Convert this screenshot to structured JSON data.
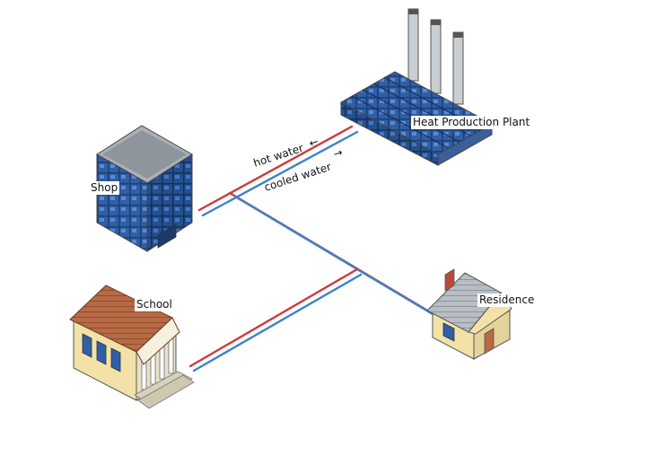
{
  "labels": {
    "plant": "Heat Production Plant",
    "shop": "Shop",
    "school": "School",
    "residence": "Residence",
    "hot_water": "hot water",
    "cooled_water": "cooled water"
  },
  "arrows": {
    "hot": "←",
    "cooled": "→"
  },
  "colors": {
    "hot_pipe": "#cc3b3b",
    "cooled_pipe": "#3f82c8",
    "glass_blue": "#2f5fa6",
    "roof_brown": "#b86a45",
    "wall_cream": "#f2e2a8",
    "stone": "#e8e1c8",
    "grey": "#9aa0a6"
  }
}
